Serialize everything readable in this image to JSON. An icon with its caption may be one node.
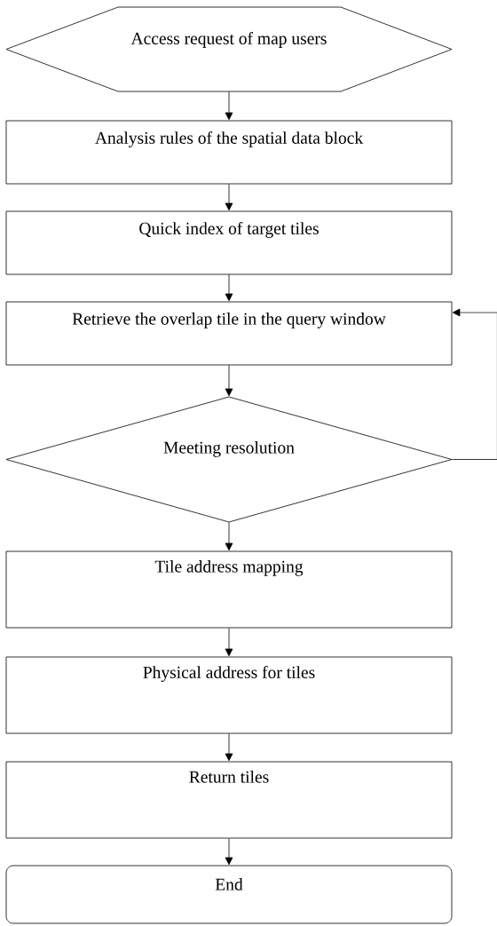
{
  "diagram": {
    "nodes": [
      {
        "text": [
          "Access request of map users"
        ]
      },
      {
        "text": [
          "Analysis rules of the spatial data block"
        ]
      },
      {
        "text": [
          "Quick index of target tiles"
        ]
      },
      {
        "text": [
          "Retrieve the overlap tile in the query window"
        ]
      },
      {
        "text": [
          "Meeting resolution"
        ]
      },
      {
        "text": [
          "Tile address mapping"
        ]
      },
      {
        "text": [
          "Physical address for tiles"
        ]
      },
      {
        "text": [
          "Return tiles"
        ]
      },
      {
        "text": [
          "End"
        ]
      }
    ],
    "edges": [
      {
        "from": 0,
        "to": 1,
        "arrow": "to"
      },
      {
        "from": 1,
        "to": 2,
        "arrow": "to"
      },
      {
        "from": 2,
        "to": 3,
        "arrow": "to"
      },
      {
        "from": 3,
        "to": 4,
        "arrow": "to"
      },
      {
        "from": 4,
        "to": 5,
        "arrow": "to"
      },
      {
        "from": 5,
        "to": 6,
        "arrow": "to"
      },
      {
        "from": 6,
        "to": 7,
        "arrow": "to"
      },
      {
        "from": 7,
        "to": 8,
        "arrow": "to"
      },
      {
        "from": 4,
        "to": 3,
        "arrow": "to"
      }
    ]
  }
}
